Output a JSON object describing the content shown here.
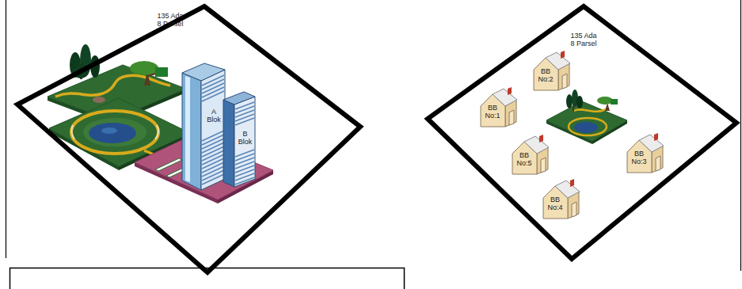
{
  "diagram": {
    "nodes": [
      {
        "text": [
          "135 Ada 8 Parsel"
        ]
      },
      {
        "text": [
          "A Blok"
        ],
        "in": 0
      },
      {
        "text": [
          "B Blok"
        ],
        "in": 0
      },
      {
        "text": [
          "135 Ada 8 Parsel"
        ]
      },
      {
        "text": [
          "BB No:2"
        ],
        "in": 3
      },
      {
        "text": [
          "BB No:1"
        ],
        "in": 3
      },
      {
        "text": [
          "BB No:5"
        ],
        "in": 3
      },
      {
        "text": [
          "BB No:3"
        ],
        "in": 3
      },
      {
        "text": [
          "BB No:4"
        ],
        "in": 3
      }
    ]
  }
}
